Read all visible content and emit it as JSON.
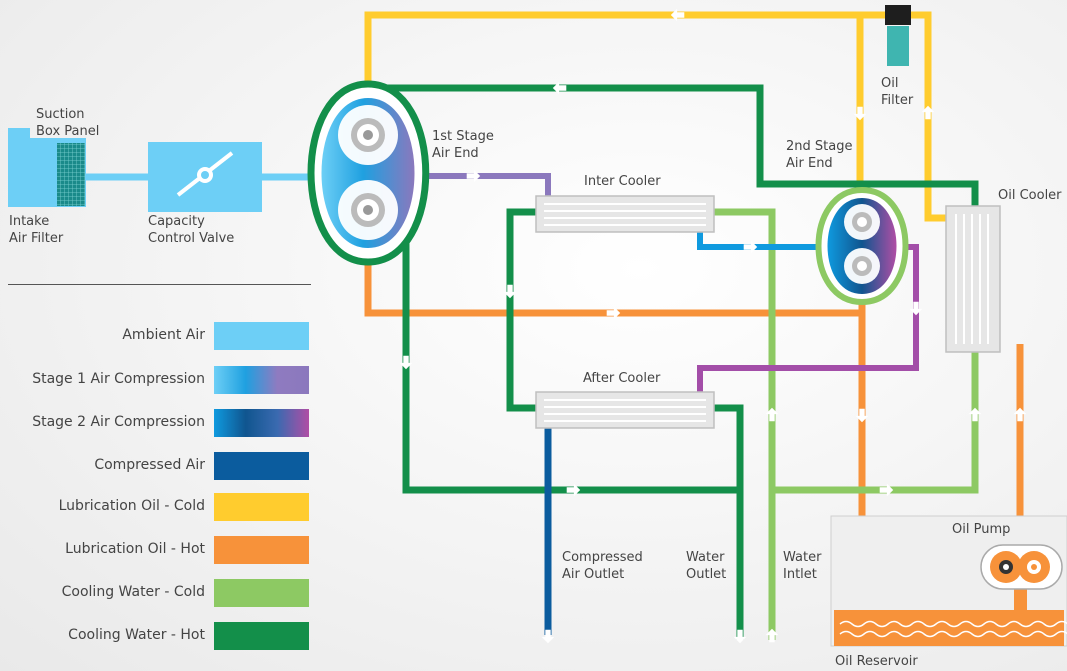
{
  "labels": {
    "suction_box_panel": "Suction\nBox Panel",
    "intake_air_filter": "Intake\nAir Filter",
    "capacity_control_valve": "Capacity\nControl Valve",
    "first_stage_air_end": "1st Stage\nAir End",
    "inter_cooler": "Inter Cooler",
    "second_stage_air_end": "2nd Stage\nAir End",
    "oil_filter": "Oil\nFilter",
    "oil_cooler": "Oil Cooler",
    "after_cooler": "After Cooler",
    "compressed_air_outlet": "Compressed\nAir Outlet",
    "water_outlet": "Water\nOutlet",
    "water_inlet": "Water\nIntlet",
    "oil_pump": "Oil Pump",
    "oil_reservoir": "Oil Reservoir"
  },
  "legend": [
    {
      "label": "Ambient Air",
      "colors": [
        "#6dcff6",
        "#6dcff6"
      ]
    },
    {
      "label": "Stage 1  Air Compression",
      "colors": [
        "#6dcff6",
        "#1fa0e0",
        "#8f7bc0",
        "#8b78bd"
      ]
    },
    {
      "label": "Stage 2  Air Compression",
      "colors": [
        "#0f9adf",
        "#10558f",
        "#3a6ab0",
        "#b04ea5"
      ]
    },
    {
      "label": "Compressed Air",
      "colors": [
        "#0b5c9e",
        "#0b5c9e"
      ]
    },
    {
      "label": "Lubrication Oil - Cold",
      "colors": [
        "#ffcc2e",
        "#ffcc2e"
      ]
    },
    {
      "label": "Lubrication Oil - Hot",
      "colors": [
        "#f7923a",
        "#f7923a"
      ]
    },
    {
      "label": "Cooling Water - Cold",
      "colors": [
        "#8dc963",
        "#8dc963"
      ]
    },
    {
      "label": "Cooling Water - Hot",
      "colors": [
        "#138f4a",
        "#138f4a"
      ]
    }
  ],
  "colors": {
    "ambient_air": "#6dcff6",
    "stage1_air": "#8b78bd",
    "stage2_air": "#0f9adf",
    "stage2_hot_air": "#a34ea8",
    "compressed_air": "#0b5c9e",
    "oil_cold": "#ffcc2e",
    "oil_hot": "#f7923a",
    "water_cold": "#8dc963",
    "water_hot": "#138f4a"
  }
}
